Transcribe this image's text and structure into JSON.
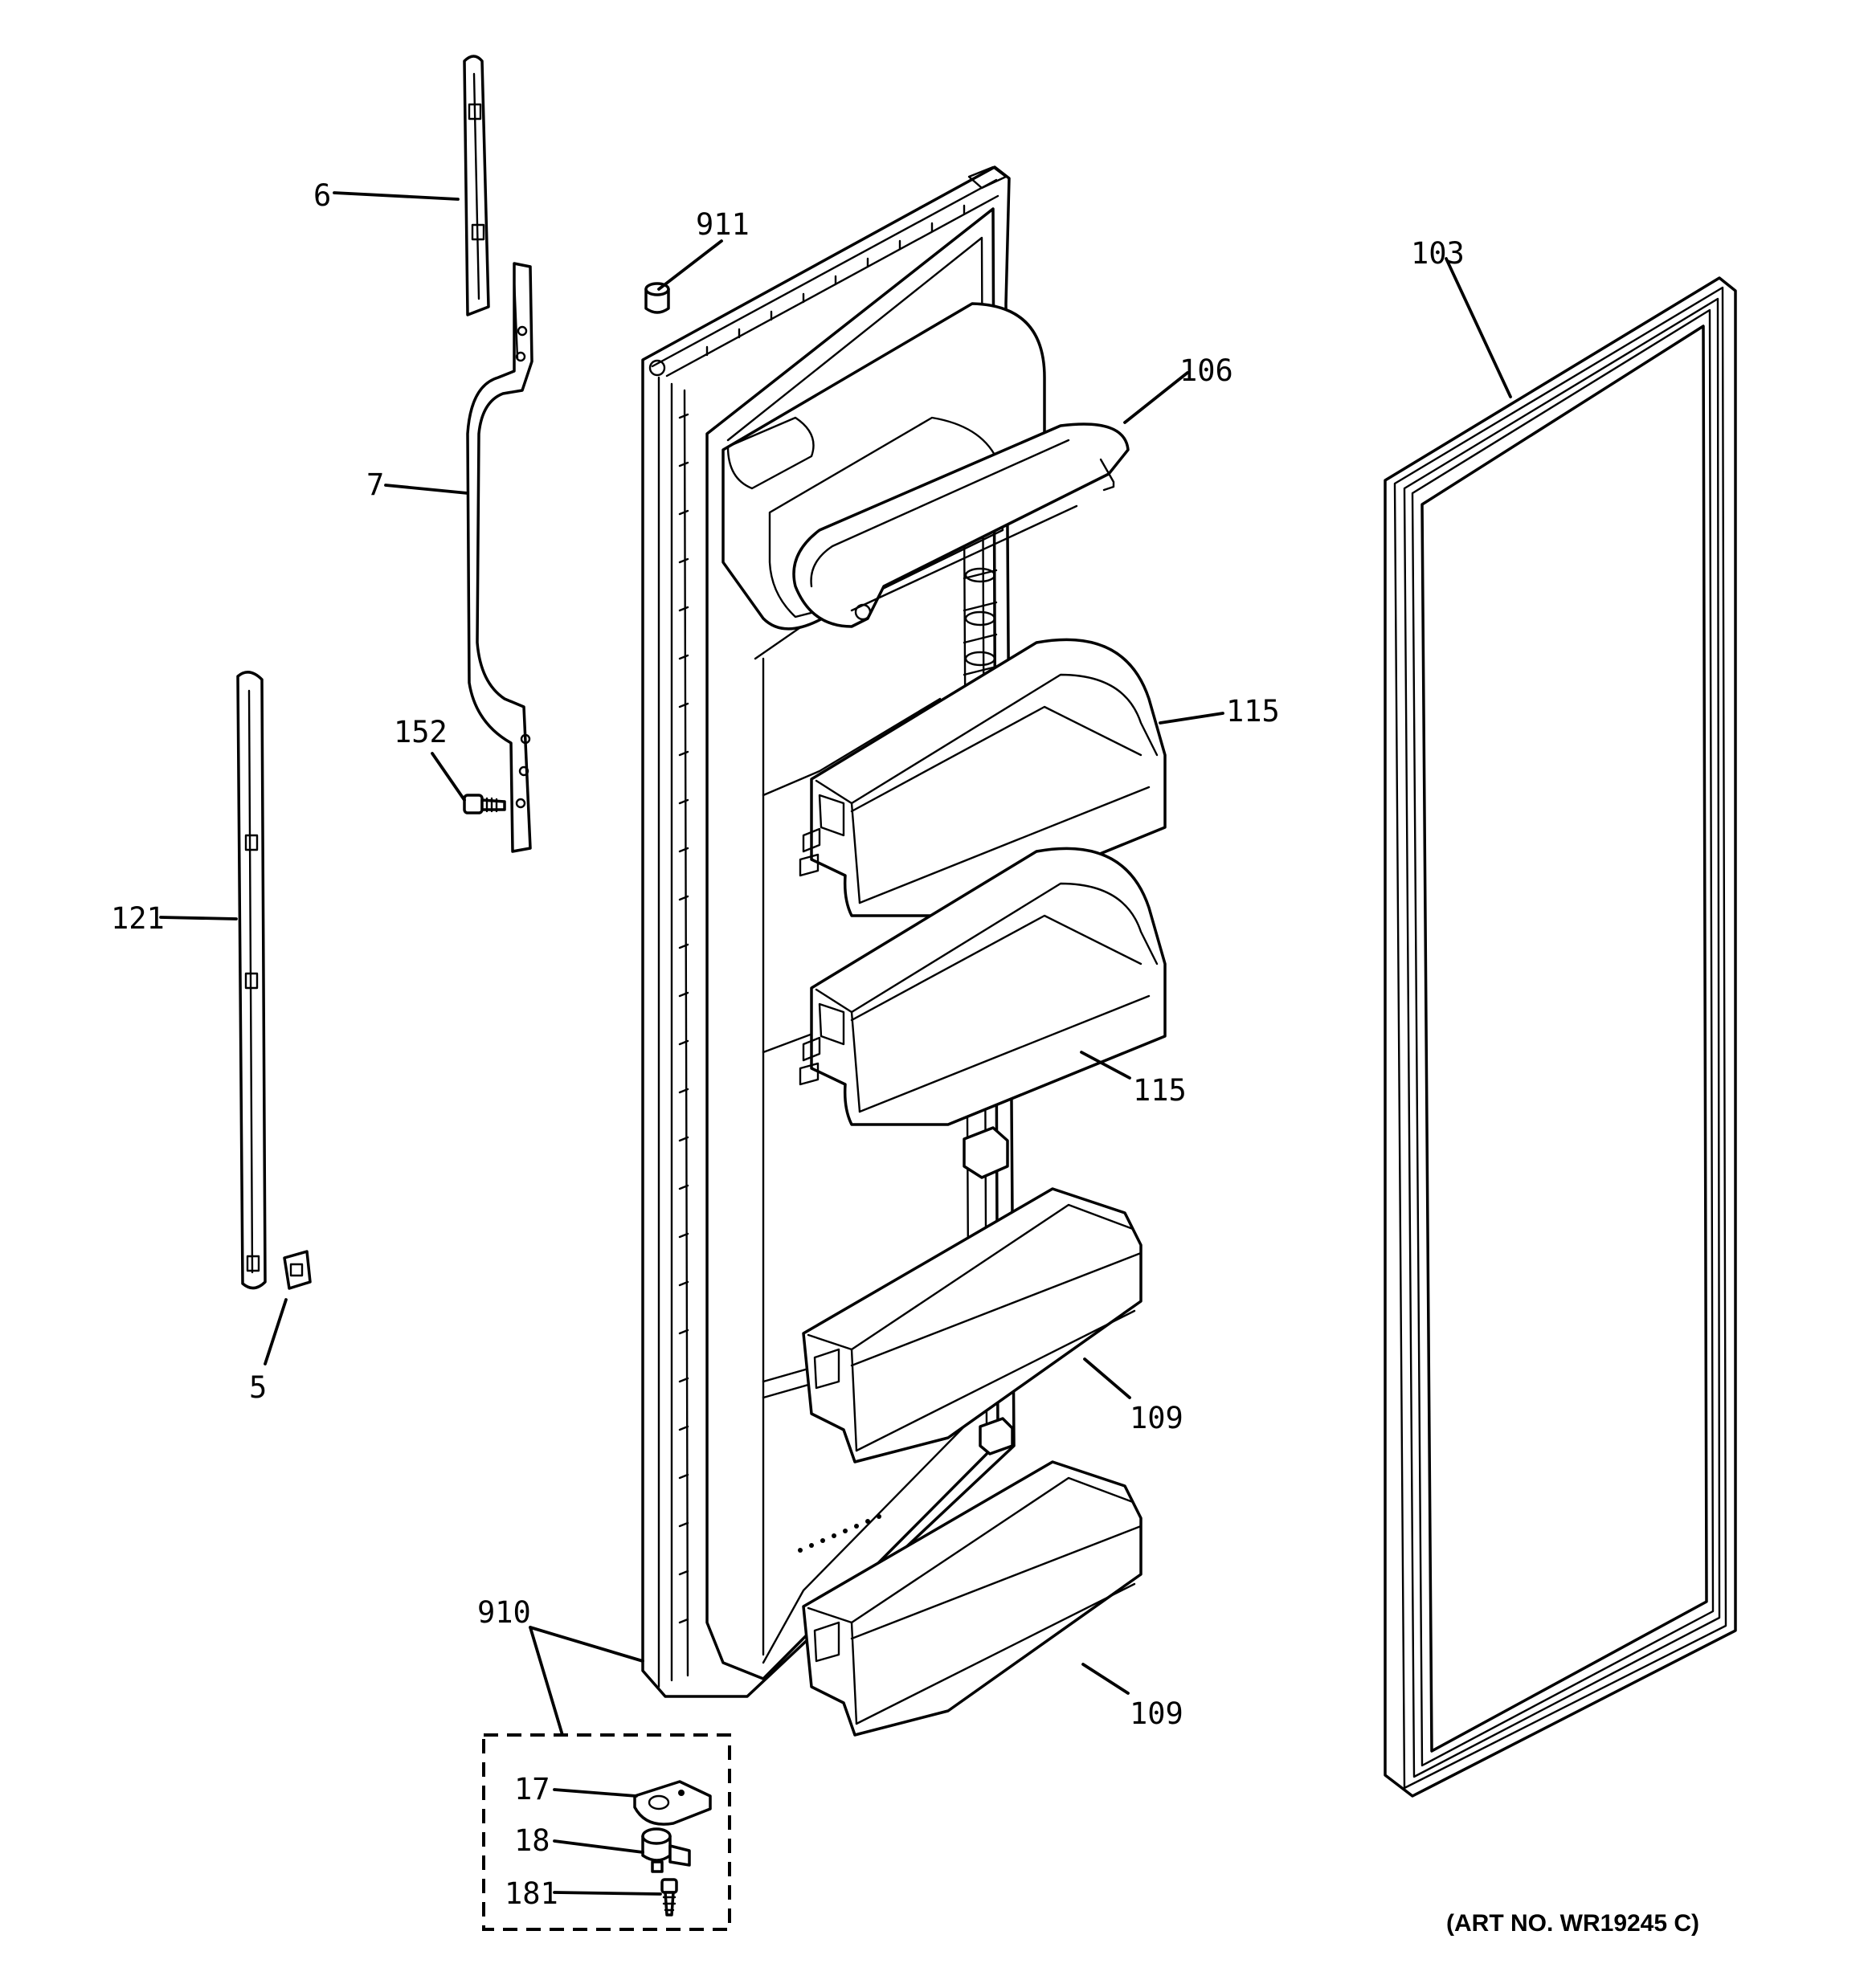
{
  "callouts": {
    "p6": "6",
    "p7": "7",
    "p152": "152",
    "p121": "121",
    "p5": "5",
    "p911": "911",
    "p103": "103",
    "p106": "106",
    "p115a": "115",
    "p115b": "115",
    "p109a": "109",
    "p109b": "109",
    "p910": "910",
    "p17": "17",
    "p18": "18",
    "p181": "181"
  },
  "art_number": "(ART NO. WR19245 C)"
}
